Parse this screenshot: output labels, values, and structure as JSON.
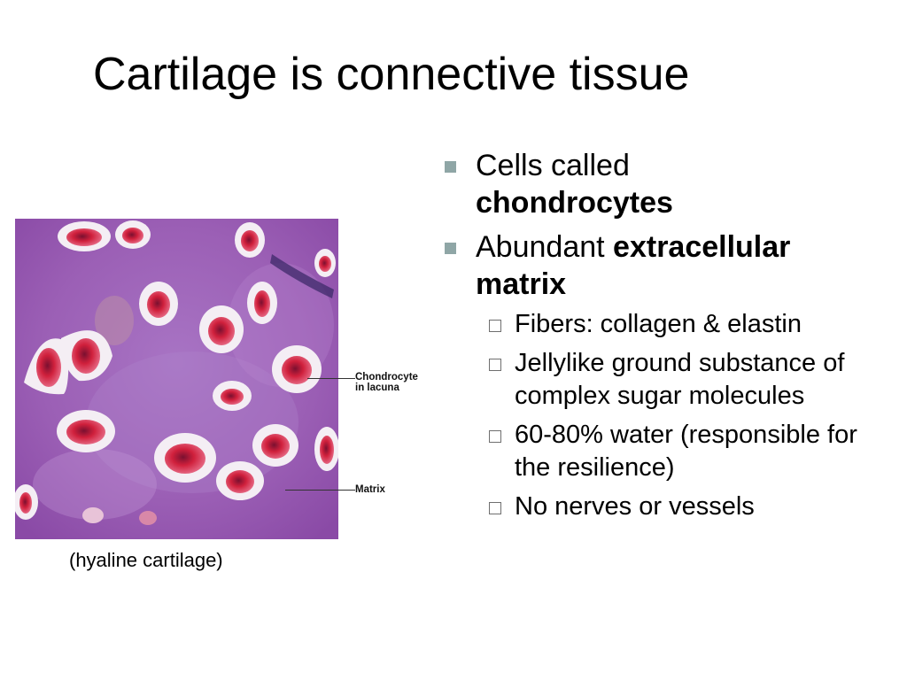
{
  "slide": {
    "title": "Cartilage is connective tissue",
    "figure": {
      "image_name": "hyaline-cartilage-micrograph",
      "labels": {
        "chondrocyte_line1": "Chondrocyte",
        "chondrocyte_line2": "in lacuna",
        "matrix": "Matrix"
      },
      "caption": "(hyaline cartilage)"
    },
    "bullets": [
      {
        "text_plain": "Cells called",
        "text_bold": "chondrocytes"
      },
      {
        "text_plain": "Abundant",
        "text_bold": "extracellular matrix"
      }
    ],
    "sub_bullets": [
      "Fibers: collagen & elastin",
      "Jellylike ground substance of complex sugar molecules",
      "60-80% water (responsible for the resilience)",
      "No nerves or vessels"
    ],
    "colors": {
      "bullet_marker": "#8fa6a6",
      "matrix_purple": "#9b5fb5",
      "cell_red": "#c8203c"
    }
  }
}
